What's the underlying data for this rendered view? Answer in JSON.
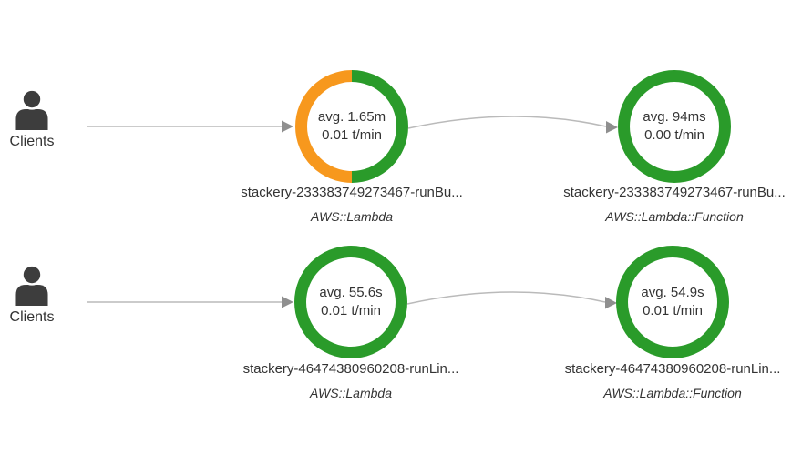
{
  "colors": {
    "ring_green": "#2A9B2A",
    "ring_warning_orange": "#F7981D",
    "edge_line": "#BABABA",
    "edge_arrow": "#8F8F8F",
    "icon_dark": "#3D3D3D",
    "text": "#333333"
  },
  "rows": [
    {
      "client": {
        "label": "Clients"
      },
      "lambda": {
        "avg": "avg. 1.65m",
        "rate": "0.01 t/min",
        "name": "stackery-233383749273467-runBu...",
        "type": "AWS::Lambda",
        "ring": "half-orange-half-green"
      },
      "function": {
        "avg": "avg. 94ms",
        "rate": "0.00 t/min",
        "name": "stackery-233383749273467-runBu...",
        "type": "AWS::Lambda::Function",
        "ring": "full-green"
      }
    },
    {
      "client": {
        "label": "Clients"
      },
      "lambda": {
        "avg": "avg. 55.6s",
        "rate": "0.01 t/min",
        "name": "stackery-46474380960208-runLin...",
        "type": "AWS::Lambda",
        "ring": "full-green"
      },
      "function": {
        "avg": "avg. 54.9s",
        "rate": "0.01 t/min",
        "name": "stackery-46474380960208-runLin...",
        "type": "AWS::Lambda::Function",
        "ring": "full-green"
      }
    }
  ]
}
